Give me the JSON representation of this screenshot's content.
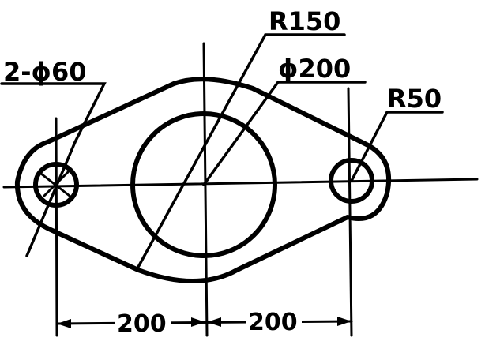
{
  "annotations": {
    "small_holes": "2-ϕ60",
    "outer_radius": "R150",
    "center_bore": "ϕ200",
    "end_radius": "R50"
  },
  "dimensions": {
    "left_span": "200",
    "right_span": "200"
  }
}
